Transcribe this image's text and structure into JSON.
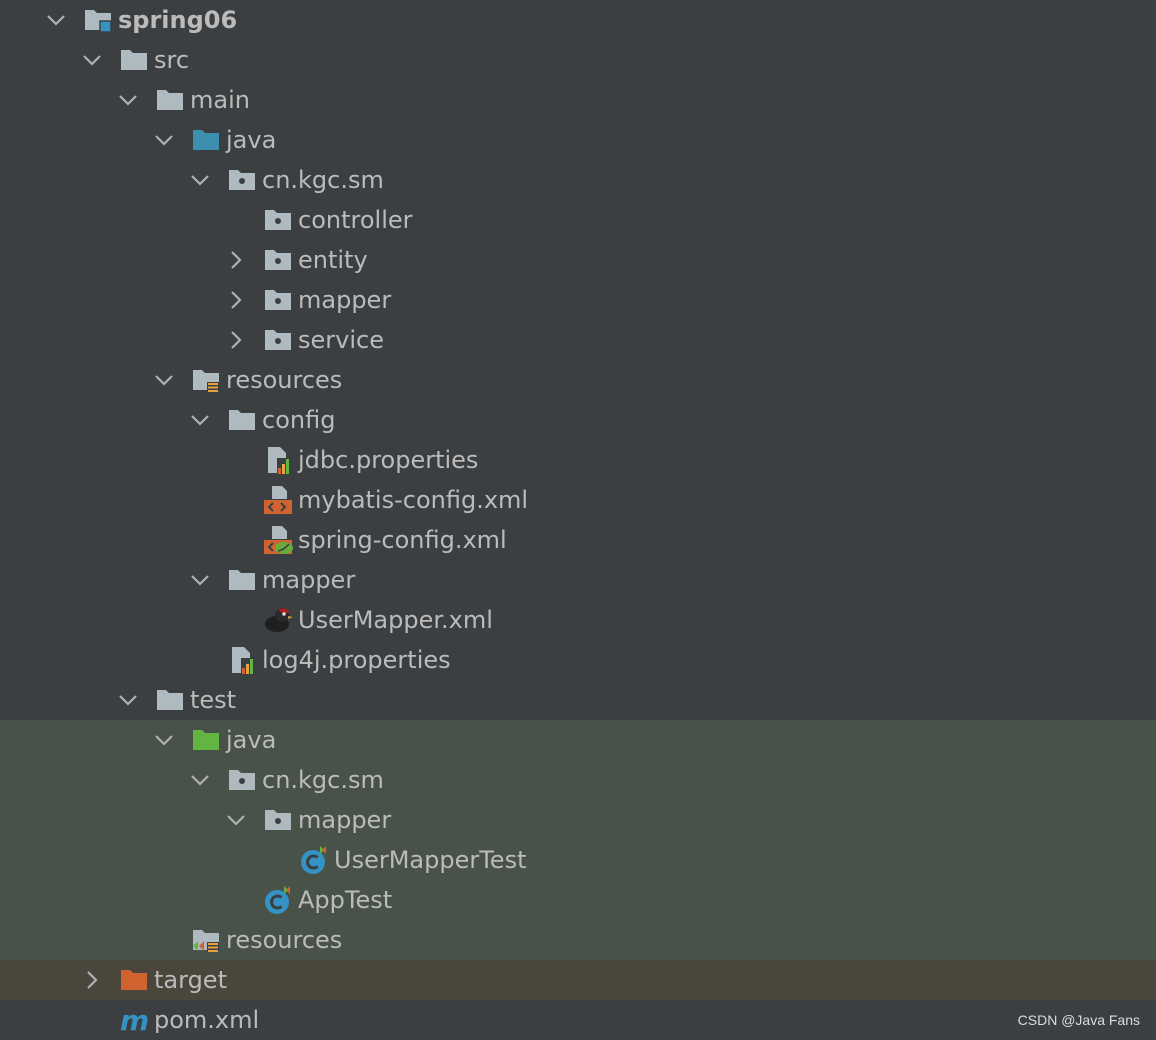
{
  "tree": {
    "nodes": [
      {
        "label": "spring06",
        "depth": 0,
        "expanded": true,
        "icon": "module-folder-icon",
        "bold": true,
        "bg": ""
      },
      {
        "label": "src",
        "depth": 1,
        "expanded": true,
        "icon": "folder-icon",
        "bg": ""
      },
      {
        "label": "main",
        "depth": 2,
        "expanded": true,
        "icon": "folder-icon",
        "bg": ""
      },
      {
        "label": "java",
        "depth": 3,
        "expanded": true,
        "icon": "source-root-folder-icon",
        "bg": ""
      },
      {
        "label": "cn.kgc.sm",
        "depth": 4,
        "expanded": true,
        "icon": "package-icon",
        "bg": ""
      },
      {
        "label": "controller",
        "depth": 5,
        "expanded": null,
        "icon": "package-icon",
        "bg": ""
      },
      {
        "label": "entity",
        "depth": 5,
        "expanded": false,
        "icon": "package-icon",
        "bg": ""
      },
      {
        "label": "mapper",
        "depth": 5,
        "expanded": false,
        "icon": "package-icon",
        "bg": ""
      },
      {
        "label": "service",
        "depth": 5,
        "expanded": false,
        "icon": "package-icon",
        "bg": ""
      },
      {
        "label": "resources",
        "depth": 3,
        "expanded": true,
        "icon": "resources-root-icon",
        "bg": ""
      },
      {
        "label": "config",
        "depth": 4,
        "expanded": true,
        "icon": "folder-icon",
        "bg": ""
      },
      {
        "label": "jdbc.properties",
        "depth": 5,
        "expanded": null,
        "icon": "properties-file-icon",
        "bg": ""
      },
      {
        "label": "mybatis-config.xml",
        "depth": 5,
        "expanded": null,
        "icon": "xml-file-icon",
        "bg": ""
      },
      {
        "label": "spring-config.xml",
        "depth": 5,
        "expanded": null,
        "icon": "spring-xml-file-icon",
        "bg": ""
      },
      {
        "label": "mapper",
        "depth": 4,
        "expanded": true,
        "icon": "folder-icon",
        "bg": ""
      },
      {
        "label": "UserMapper.xml",
        "depth": 5,
        "expanded": null,
        "icon": "mybatis-bird-icon",
        "bg": ""
      },
      {
        "label": "log4j.properties",
        "depth": 4,
        "expanded": null,
        "icon": "properties-file-icon",
        "bg": ""
      },
      {
        "label": "test",
        "depth": 2,
        "expanded": true,
        "icon": "folder-icon",
        "bg": ""
      },
      {
        "label": "java",
        "depth": 3,
        "expanded": true,
        "icon": "test-source-root-icon",
        "bg": "test"
      },
      {
        "label": "cn.kgc.sm",
        "depth": 4,
        "expanded": true,
        "icon": "package-icon",
        "bg": "test"
      },
      {
        "label": "mapper",
        "depth": 5,
        "expanded": true,
        "icon": "package-icon",
        "bg": "test"
      },
      {
        "label": "UserMapperTest",
        "depth": 6,
        "expanded": null,
        "icon": "test-class-icon",
        "bg": "test"
      },
      {
        "label": "AppTest",
        "depth": 5,
        "expanded": null,
        "icon": "test-class-icon",
        "bg": "test"
      },
      {
        "label": "resources",
        "depth": 3,
        "expanded": null,
        "icon": "test-resources-root-icon",
        "bg": "test"
      },
      {
        "label": "target",
        "depth": 1,
        "expanded": false,
        "icon": "excluded-folder-icon",
        "bg": "excluded"
      },
      {
        "label": "pom.xml",
        "depth": 1,
        "expanded": null,
        "icon": "maven-icon",
        "bg": ""
      }
    ]
  },
  "colors": {
    "background": "#3c3f41",
    "test_background": "#495249",
    "excluded_background": "#4b463c",
    "folder": "#aeb9c0",
    "source_root": "#3d8fb0",
    "test_root": "#62b543",
    "excluded": "#d0632f",
    "text": "#bbbbbb"
  },
  "watermark": "CSDN @Java Fans"
}
